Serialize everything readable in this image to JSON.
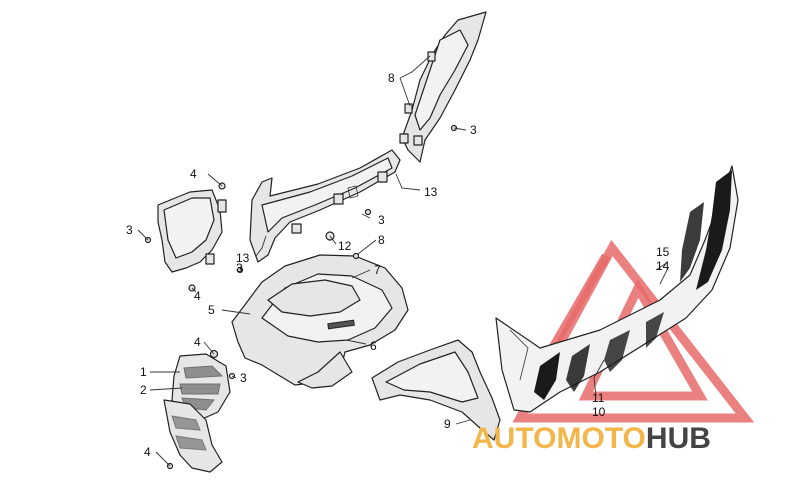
{
  "callouts": [
    "1",
    "2",
    "3",
    "4",
    "5",
    "6",
    "7",
    "8",
    "9",
    "10",
    "11",
    "12",
    "13",
    "14",
    "15"
  ],
  "labels": {
    "c8_top": "8",
    "c3_top_right": "3",
    "c4_left": "4",
    "c13_right": "13",
    "c3_left": "3",
    "c3_mid": "3",
    "c12": "12",
    "c8_mid": "8",
    "c7": "7",
    "c3_lower_left": "3",
    "c13_lower": "13",
    "c4_lower_left": "4",
    "c5": "5",
    "c15": "15",
    "c14": "14",
    "c6": "6",
    "c4_front": "4",
    "c1": "1",
    "c3_front": "3",
    "c2": "2",
    "c11": "11",
    "c10": "10",
    "c9": "9",
    "c4_bottom": "4"
  },
  "watermark": {
    "word_part1": "AUTO",
    "word_part2": "MOTO",
    "word_part3": "HUB",
    "color_primary": "#f2b64a",
    "color_secondary": "#444444",
    "triangle_color": "#e86a6a"
  }
}
